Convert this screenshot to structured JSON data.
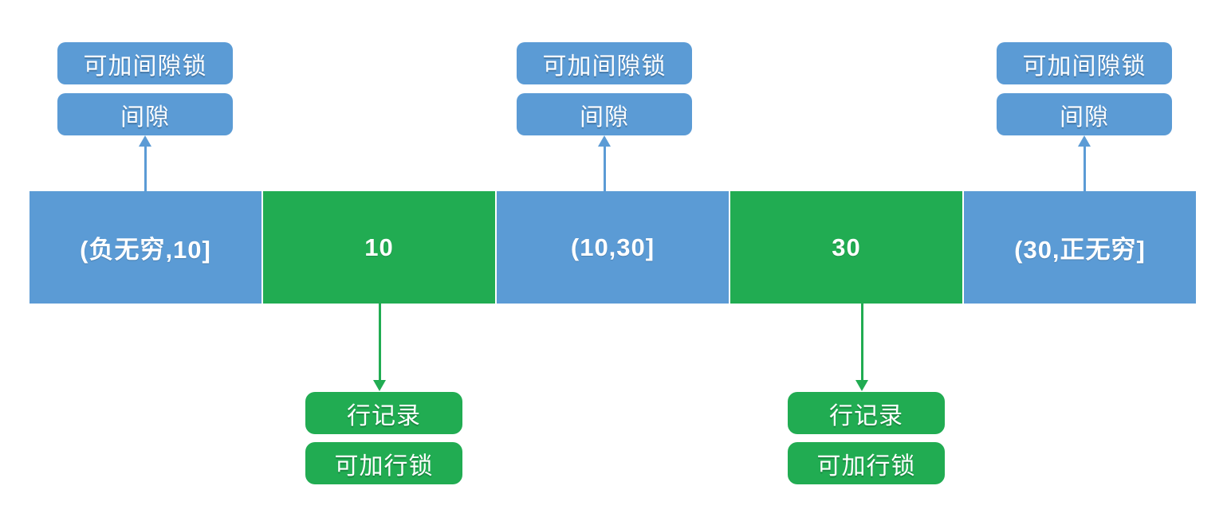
{
  "bar": {
    "segments": [
      {
        "label": "(负无穷,10]",
        "kind": "gap"
      },
      {
        "label": "10",
        "kind": "record"
      },
      {
        "label": "(10,30]",
        "kind": "gap"
      },
      {
        "label": "30",
        "kind": "record"
      },
      {
        "label": "(30,正无穷]",
        "kind": "gap"
      }
    ]
  },
  "gap_callouts": [
    {
      "lock_label": "可加间隙锁",
      "gap_label": "间隙"
    },
    {
      "lock_label": "可加间隙锁",
      "gap_label": "间隙"
    },
    {
      "lock_label": "可加间隙锁",
      "gap_label": "间隙"
    }
  ],
  "record_callouts": [
    {
      "record_label": "行记录",
      "lock_label": "可加行锁"
    },
    {
      "record_label": "行记录",
      "lock_label": "可加行锁"
    }
  ],
  "colors": {
    "gap_blue": "#5b9bd5",
    "record_green": "#21ac52",
    "text": "#ffffff",
    "background": "#ffffff"
  }
}
